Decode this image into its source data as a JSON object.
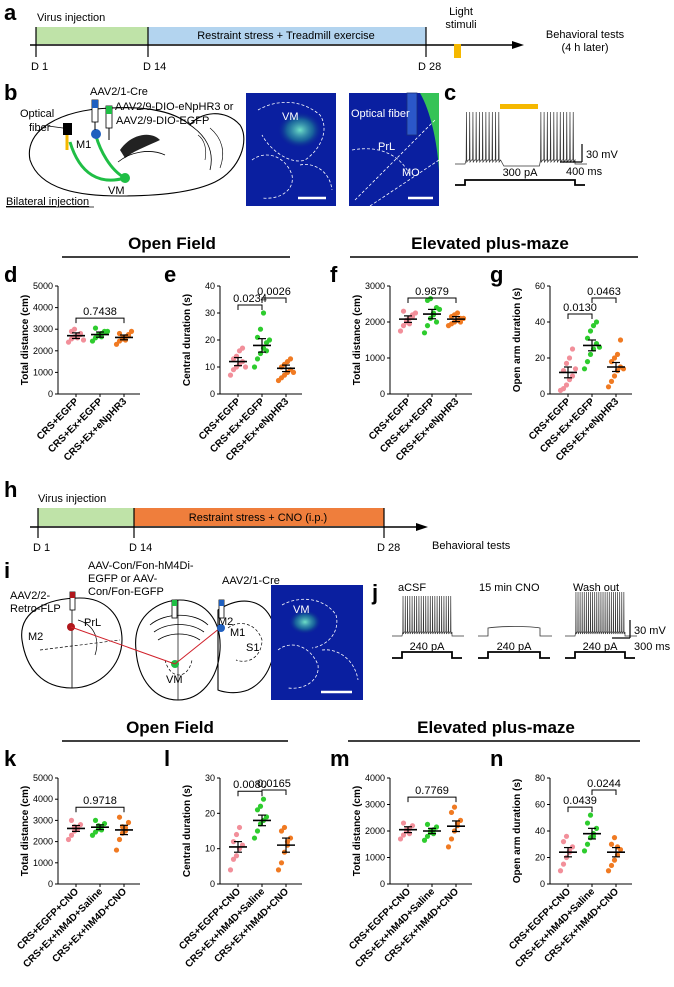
{
  "panel_letters": [
    "a",
    "b",
    "c",
    "d",
    "e",
    "f",
    "g",
    "h",
    "i",
    "j",
    "k",
    "l",
    "m",
    "n"
  ],
  "a": {
    "virus_label": "Virus injection",
    "restraint_label": "Restraint stress + Treadmill exercise",
    "light_label_1": "Light",
    "light_label_2": "stimuli",
    "tests_label_1": "Behavioral tests",
    "tests_label_2": "(4 h later)",
    "d1": "D 1",
    "d14": "D 14",
    "d28": "D 28"
  },
  "b": {
    "cre": "AAV2/1-Cre",
    "dio1": "AAV2/9-DIO-eNpHR3 or",
    "dio2": "AAV2/9-DIO-EGFP",
    "fiber1": "Optical",
    "fiber2": "fiber",
    "m1": "M1",
    "vm": "VM",
    "bilateral": "Bilateral injection",
    "img1_vm": "VM",
    "img2_fiber": "Optical fiber",
    "img2_prl": "PrL",
    "img2_mo": "MO"
  },
  "c": {
    "scale_v": "30 mV",
    "scale_t": "400 ms",
    "current": "300 pA"
  },
  "h": {
    "virus_label": "Virus injection",
    "cno_label": "Restraint stress + CNO (i.p.)",
    "tests_label": "Behavioral tests",
    "d1": "D 1",
    "d14": "D 14",
    "d28": "D 28"
  },
  "i": {
    "retro1": "AAV2/2-",
    "retro2": "Retro-FLP",
    "prl": "PrL",
    "m2": "M2",
    "con1": "AAV-Con/Fon-hM4Di-",
    "con2": "EGFP or AAV-",
    "con3": "Con/Fon-EGFP",
    "cre": "AAV2/1-Cre",
    "m2b": "M2",
    "m1": "M1",
    "s1": "S1",
    "vm": "VM",
    "img_vm": "VM"
  },
  "j": {
    "acsf": "aCSF",
    "cno": "15 min CNO",
    "wash": "Wash out",
    "current": "240 pA",
    "scale_v": "30 mV",
    "scale_t": "300 ms"
  },
  "section_titles": {
    "of1": "Open Field",
    "epm1": "Elevated plus-maze",
    "of2": "Open Field",
    "epm2": "Elevated plus-maze"
  },
  "colors": {
    "pink": "#f28f9a",
    "green": "#2ecc2e",
    "orange": "#f07a22",
    "timeline_green": "#bfe3a8",
    "timeline_blue": "#b3d4ef",
    "timeline_orange": "#ef7e3c",
    "light_yellow": "#f5b800"
  },
  "chart_data": [
    {
      "id": "d",
      "type": "scatter",
      "ylabel": "Total distance (cm)",
      "ylim": [
        0,
        5000
      ],
      "yticks": [
        0,
        1000,
        2000,
        3000,
        4000,
        5000
      ],
      "categories": [
        "CRS+EGFP",
        "CRS+Ex+EGFP",
        "CRS+Ex+eNpHR3"
      ],
      "series": [
        {
          "mean": 2700,
          "sem": 130,
          "values": [
            2400,
            2550,
            2650,
            2700,
            2800,
            2900,
            3000,
            2600,
            2750,
            2500
          ]
        },
        {
          "mean": 2750,
          "sem": 120,
          "values": [
            2450,
            2600,
            2700,
            2800,
            2900,
            3050,
            2750,
            2650,
            2850,
            2900
          ]
        },
        {
          "mean": 2620,
          "sem": 110,
          "values": [
            2300,
            2450,
            2550,
            2650,
            2700,
            2800,
            2600,
            2500,
            2750,
            2900
          ]
        }
      ],
      "brackets": [
        {
          "from": 0,
          "to": 2,
          "label": "0.7438"
        }
      ]
    },
    {
      "id": "e",
      "type": "scatter",
      "ylabel": "Central duration (s)",
      "ylim": [
        0,
        40
      ],
      "yticks": [
        0,
        10,
        20,
        30,
        40
      ],
      "categories": [
        "CRS+EGFP",
        "CRS+Ex+EGFP",
        "CRS+Ex+eNpHR3"
      ],
      "series": [
        {
          "mean": 12,
          "sem": 1.5,
          "values": [
            7,
            9,
            10,
            11,
            12,
            13,
            14,
            16,
            17,
            10
          ]
        },
        {
          "mean": 18,
          "sem": 2.5,
          "values": [
            10,
            13,
            15,
            17,
            19,
            21,
            24,
            30,
            16,
            20
          ]
        },
        {
          "mean": 9.5,
          "sem": 1.2,
          "values": [
            5,
            6,
            7,
            8,
            9,
            10,
            11,
            12,
            13,
            8
          ]
        }
      ],
      "brackets": [
        {
          "from": 0,
          "to": 1,
          "label": "0.0234"
        },
        {
          "from": 1,
          "to": 2,
          "label": "0.0026"
        }
      ]
    },
    {
      "id": "f",
      "type": "scatter",
      "ylabel": "Total distance (cm)",
      "ylim": [
        0,
        3000
      ],
      "yticks": [
        0,
        1000,
        2000,
        3000
      ],
      "categories": [
        "CRS+EGFP",
        "CRS+Ex+EGFP",
        "CRS+Ex+eNpHR3"
      ],
      "series": [
        {
          "mean": 2080,
          "sem": 90,
          "values": [
            1750,
            1900,
            2000,
            2100,
            2200,
            2300,
            2050,
            1950,
            2150,
            2250
          ]
        },
        {
          "mean": 2220,
          "sem": 130,
          "values": [
            1700,
            1900,
            2100,
            2250,
            2400,
            2600,
            2650,
            2200,
            2000,
            2350
          ]
        },
        {
          "mean": 2080,
          "sem": 70,
          "values": [
            1900,
            1950,
            2000,
            2050,
            2100,
            2150,
            2200,
            2250,
            2000,
            2100
          ]
        }
      ],
      "brackets": [
        {
          "from": 0,
          "to": 2,
          "label": "0.9879"
        }
      ]
    },
    {
      "id": "g",
      "type": "scatter",
      "ylabel": "Open arm duration (s)",
      "ylim": [
        0,
        60
      ],
      "yticks": [
        0,
        20,
        40,
        60
      ],
      "categories": [
        "CRS+EGFP",
        "CRS+Ex+EGFP",
        "CRS+Ex+eNpHR3"
      ],
      "series": [
        {
          "mean": 12,
          "sem": 3,
          "values": [
            2,
            3,
            5,
            8,
            10,
            13,
            17,
            20,
            25,
            14
          ]
        },
        {
          "mean": 27,
          "sem": 3,
          "values": [
            14,
            18,
            22,
            25,
            28,
            31,
            35,
            38,
            40,
            26
          ]
        },
        {
          "mean": 15,
          "sem": 2.5,
          "values": [
            4,
            7,
            10,
            13,
            15,
            18,
            20,
            22,
            30,
            14
          ]
        }
      ],
      "brackets": [
        {
          "from": 0,
          "to": 1,
          "label": "0.0130"
        },
        {
          "from": 1,
          "to": 2,
          "label": "0.0463"
        }
      ]
    },
    {
      "id": "k",
      "type": "scatter",
      "ylabel": "Total distance (cm)",
      "ylim": [
        0,
        5000
      ],
      "yticks": [
        0,
        1000,
        2000,
        3000,
        4000,
        5000
      ],
      "categories": [
        "CRS+EGFP+CNO",
        "CRS+Ex+hM4D+Saline",
        "CRS+Ex+hM4D+CNO"
      ],
      "series": [
        {
          "mean": 2620,
          "sem": 140,
          "values": [
            2100,
            2300,
            2500,
            2650,
            2800,
            3000,
            2700,
            2600
          ]
        },
        {
          "mean": 2680,
          "sem": 110,
          "values": [
            2300,
            2450,
            2600,
            2700,
            2850,
            3000,
            2750,
            2550
          ]
        },
        {
          "mean": 2550,
          "sem": 220,
          "values": [
            1600,
            2100,
            2400,
            2650,
            2900,
            3150,
            2700,
            2500
          ]
        }
      ],
      "brackets": [
        {
          "from": 0,
          "to": 2,
          "label": "0.9718"
        }
      ]
    },
    {
      "id": "l",
      "type": "scatter",
      "ylabel": "Central duration (s)",
      "ylim": [
        0,
        30
      ],
      "yticks": [
        0,
        10,
        20,
        30
      ],
      "categories": [
        "CRS+EGFP+CNO",
        "CRS+Ex+hM4D+Saline",
        "CRS+Ex+hM4D+CNO"
      ],
      "series": [
        {
          "mean": 10.5,
          "sem": 1.5,
          "values": [
            4,
            7,
            8,
            10,
            11,
            12,
            14,
            16
          ]
        },
        {
          "mean": 18,
          "sem": 1.5,
          "values": [
            13,
            15,
            17,
            18,
            19,
            21,
            22,
            24
          ]
        },
        {
          "mean": 11,
          "sem": 2,
          "values": [
            4,
            6,
            9,
            11,
            13,
            15,
            16,
            12
          ]
        }
      ],
      "brackets": [
        {
          "from": 0,
          "to": 1,
          "label": "0.0080"
        },
        {
          "from": 1,
          "to": 2,
          "label": "0.0165"
        }
      ]
    },
    {
      "id": "m",
      "type": "scatter",
      "ylabel": "Total distance (cm)",
      "ylim": [
        0,
        4000
      ],
      "yticks": [
        0,
        1000,
        2000,
        3000,
        4000
      ],
      "categories": [
        "CRS+EGFP+CNO",
        "CRS+Ex+hM4D+Saline",
        "CRS+Ex+hM4D+CNO"
      ],
      "series": [
        {
          "mean": 2050,
          "sem": 110,
          "values": [
            1700,
            1850,
            2000,
            2100,
            2200,
            2300,
            2050,
            1900
          ]
        },
        {
          "mean": 2000,
          "sem": 100,
          "values": [
            1650,
            1800,
            1950,
            2050,
            2150,
            2250,
            2000,
            1900
          ]
        },
        {
          "mean": 2180,
          "sem": 200,
          "values": [
            1400,
            1700,
            2000,
            2200,
            2400,
            2700,
            2900,
            2300
          ]
        }
      ],
      "brackets": [
        {
          "from": 0,
          "to": 2,
          "label": "0.7769"
        }
      ]
    },
    {
      "id": "n",
      "type": "scatter",
      "ylabel": "Open arm duration (s)",
      "ylim": [
        0,
        80
      ],
      "yticks": [
        0,
        20,
        40,
        60,
        80
      ],
      "categories": [
        "CRS+EGFP+CNO",
        "CRS+Ex+hM4D+Saline",
        "CRS+Ex+hM4D+CNO"
      ],
      "series": [
        {
          "mean": 24,
          "sem": 3.5,
          "values": [
            10,
            15,
            20,
            24,
            28,
            32,
            36,
            25
          ]
        },
        {
          "mean": 38,
          "sem": 4,
          "values": [
            25,
            30,
            35,
            38,
            42,
            46,
            52,
            36
          ]
        },
        {
          "mean": 24,
          "sem": 3.5,
          "values": [
            10,
            14,
            18,
            22,
            26,
            30,
            35,
            28
          ]
        }
      ],
      "brackets": [
        {
          "from": 0,
          "to": 1,
          "label": "0.0439"
        },
        {
          "from": 1,
          "to": 2,
          "label": "0.0244"
        }
      ]
    }
  ]
}
